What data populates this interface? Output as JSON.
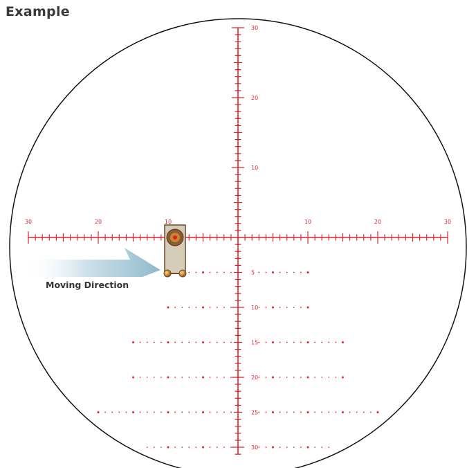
{
  "title": "Example",
  "annotation": "Moving Direction",
  "colors": {
    "reticle": "#e0212d",
    "title": "#3a3a3a",
    "arrow": "#8fb9cb",
    "target_body": "#d6cdb9",
    "target_outline": "#6b4a2e",
    "target_ring": "#8a5a32",
    "target_ball": "#c8872e",
    "circle": "#111111",
    "annotation": "#333333"
  },
  "reticle": {
    "horizontal_labels": [
      {
        "value": -30,
        "text": "30"
      },
      {
        "value": -20,
        "text": "20"
      },
      {
        "value": -10,
        "text": "10"
      },
      {
        "value": 10,
        "text": "10"
      },
      {
        "value": 20,
        "text": "20"
      },
      {
        "value": 30,
        "text": "30"
      }
    ],
    "vertical_labels": [
      {
        "value": 30,
        "text": "30"
      },
      {
        "value": 20,
        "text": "20"
      },
      {
        "value": 10,
        "text": "10"
      }
    ],
    "dot_rows": [
      {
        "value": 5,
        "text": "5",
        "extent": 10
      },
      {
        "value": 10,
        "text": "10",
        "extent": 10
      },
      {
        "value": 15,
        "text": "15",
        "extent": 15
      },
      {
        "value": 20,
        "text": "20",
        "extent": 15
      },
      {
        "value": 25,
        "text": "25",
        "extent": 20
      },
      {
        "value": 30,
        "text": "30",
        "extent": 13
      }
    ]
  }
}
